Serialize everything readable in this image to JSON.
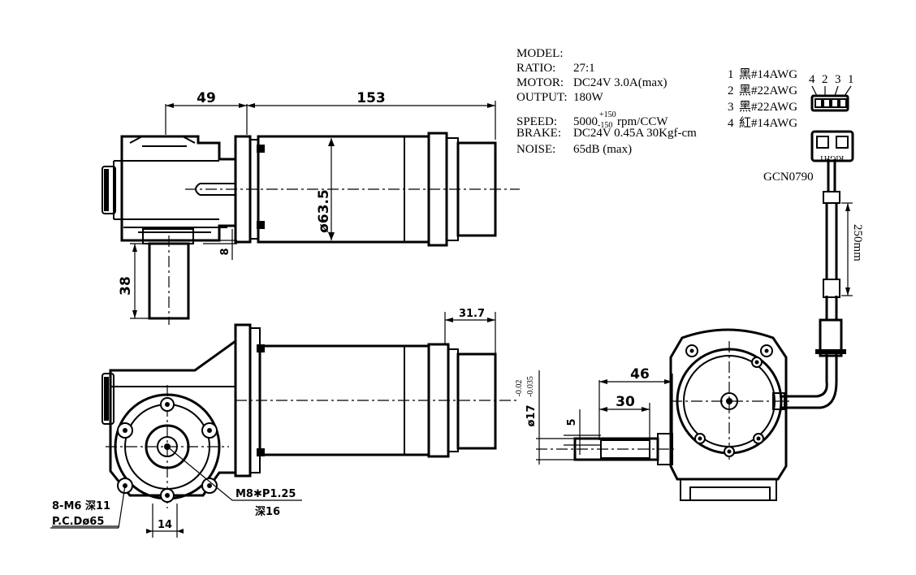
{
  "specs": {
    "model_label": "MODEL:",
    "model_value": "",
    "ratio_label": "RATIO:",
    "ratio_value": "27:1",
    "motor_label": "MOTOR:",
    "motor_value": "DC24V  3.0A(max)",
    "output_label": "OUTPUT:",
    "output_value": "180W",
    "speed_label": "SPEED:",
    "speed_value_base": "5000",
    "speed_tol_plus": "+150",
    "speed_tol_minus": "-150",
    "speed_value_unit": "rpm/CCW",
    "brake_label": "BRAKE:",
    "brake_value": "DC24V 0.45A 30Kgf-cm",
    "noise_label": "NOISE:",
    "noise_value": "65dB (max)"
  },
  "wiring": {
    "wires": [
      {
        "num": "1",
        "desc": "黑#14AWG"
      },
      {
        "num": "2",
        "desc": "黑#22AWG"
      },
      {
        "num": "3",
        "desc": "黑#22AWG"
      },
      {
        "num": "4",
        "desc": "紅#14AWG"
      }
    ],
    "pin_order": [
      "4",
      "2",
      "3",
      "1"
    ],
    "connector_code": "GCN0790",
    "connector_side": "RIGHT",
    "cable_length": "250mm"
  },
  "dimensions": {
    "gearbox_length": "49",
    "motor_length": "153",
    "motor_diameter": "ø63.5",
    "shaft_offset": "8",
    "shaft_length": "38",
    "brake_length": "31.7",
    "mount_holes": "8-M6 深11",
    "pcd": "P.C.Dø65",
    "center_tap": "M8✱P1.25",
    "center_tap_depth": "深16",
    "flat_width": "14",
    "shaft_reach": "46",
    "key_length": "30",
    "key_width": "5",
    "shaft_dia_base": "ø17",
    "shaft_dia_tol_upper": "-0.02",
    "shaft_dia_tol_lower": "-0.035"
  }
}
